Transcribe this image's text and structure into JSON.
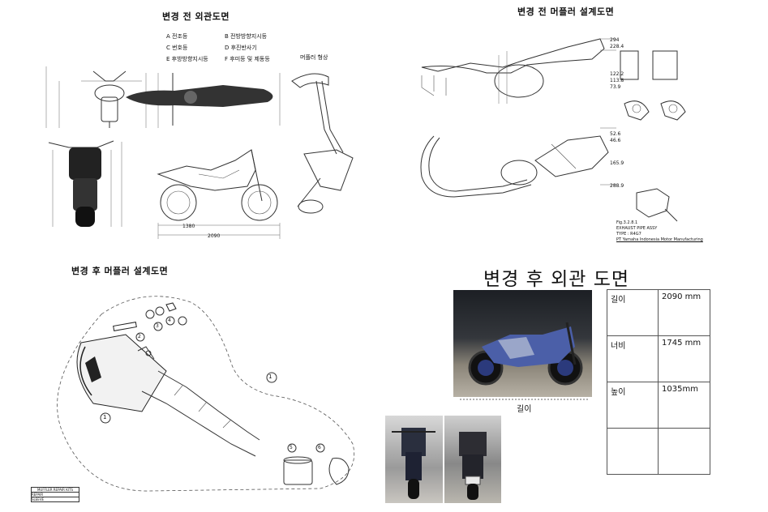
{
  "panels": {
    "before_exterior": {
      "title": "변경 전 외관도면",
      "legend": [
        "A 전조등",
        "B 전방방향지시등",
        "C 번호등",
        "D 후진반사기",
        "E 후방방향지시등",
        "F 후미등 및 제동등"
      ],
      "side_note": "머플러 형상",
      "dims": [
        "1380",
        "2090"
      ]
    },
    "before_muffler": {
      "title": "변경 전 머플러 설계도면",
      "dims": [
        "294",
        "228.4",
        "122.2",
        "113.8",
        "73.9",
        "52.6",
        "46.6",
        "165.9",
        "288.9"
      ],
      "caption_lines": [
        "Fig.3.2.8.1",
        "EXHAUST PIPE ASSY",
        "TYPE : R4G7",
        "PT Yamaha Indonesia Motor Manufacturing"
      ]
    },
    "after_muffler": {
      "title": "변경 후 머플러 설계도면",
      "callouts": [
        "1",
        "2",
        "3",
        "4",
        "5",
        "6",
        "1"
      ],
      "box_rows": [
        "MUFFLER REPAIR KITS",
        "REPAIR",
        "SLEEVE"
      ]
    },
    "after_exterior": {
      "title": "변경 후 외관 도면",
      "length_caption": "길이",
      "specs": [
        {
          "label": "길이",
          "value": "2090 mm"
        },
        {
          "label": "너비",
          "value": "1745 mm"
        },
        {
          "label": "높이",
          "value": "1035mm"
        },
        {
          "label": "",
          "value": ""
        }
      ]
    }
  }
}
